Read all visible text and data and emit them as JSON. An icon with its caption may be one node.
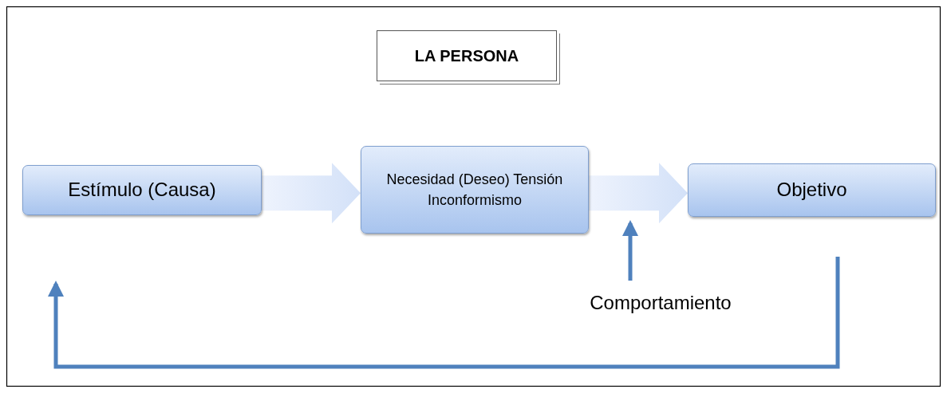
{
  "diagram": {
    "nodes": [
      {
        "text": [
          "LA PERSONA"
        ]
      },
      {
        "text": [
          "Estímulo (Causa)"
        ]
      },
      {
        "text": [
          "Necesidad (Deseo) Tensión Inconformismo"
        ]
      },
      {
        "text": [
          "Objetivo"
        ]
      },
      {
        "text": [
          "Comportamiento"
        ]
      }
    ],
    "edges": [
      {
        "from": 1,
        "to": 2,
        "arrow": "to",
        "style": "thick"
      },
      {
        "from": 2,
        "to": 3,
        "arrow": "to",
        "style": "thick"
      },
      {
        "from": 4,
        "to": null,
        "arrow": "to",
        "color": "#4f81bd"
      },
      {
        "from": 3,
        "to": 1,
        "arrow": "to",
        "color": "#4f81bd"
      }
    ]
  }
}
